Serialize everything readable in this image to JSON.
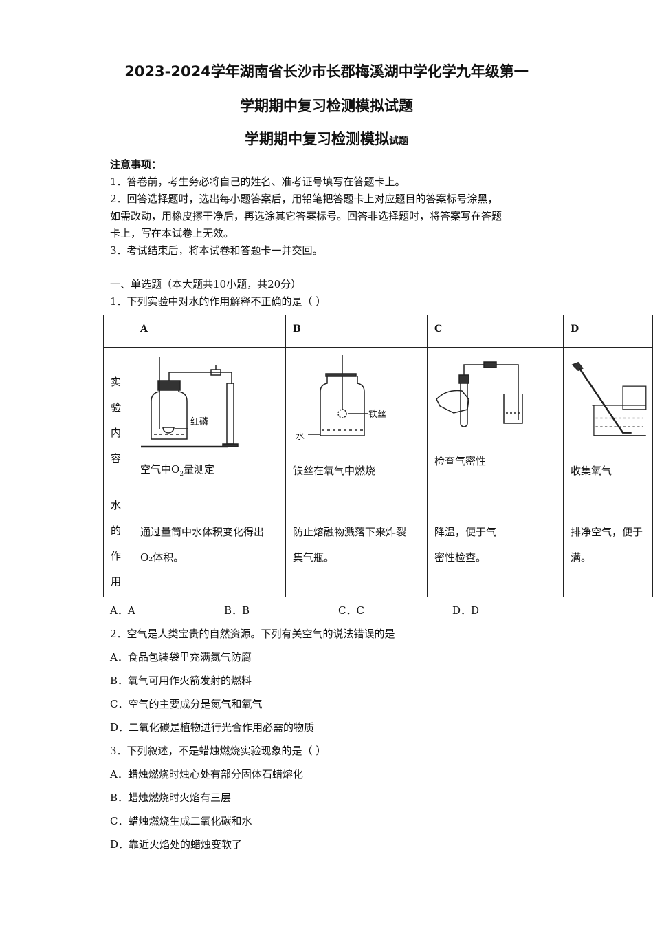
{
  "title": {
    "line1": "2023-2024学年湖南省长沙市长郡梅溪湖中学化学九年级第一",
    "line2": "学期期中复习检测模拟试题",
    "line3_main": "学期期中复习检测模拟",
    "line3_small": "试题"
  },
  "notes": {
    "heading": "注意事项：",
    "items": [
      "1．答卷前，考生务必将自己的姓名、准考证号填写在答题卡上。",
      "2．回答选择题时，选出每小题答案后，用铅笔把答题卡上对应题目的答案标号涂黑，",
      "如需改动，用橡皮擦干净后，再选涂其它答案标号。回答非选择题时，将答案写在答题",
      "卡上，写在本试卷上无效。",
      "3．考试结束后，将本试卷和答题卡一并交回。"
    ]
  },
  "section": "一、单选题（本大题共10小题，共20分）",
  "q1": {
    "stem": "1．下列实验中对水的作用解释不正确的是（    ）",
    "table": {
      "headers": [
        "A",
        "B",
        "C",
        "D"
      ],
      "row1_label": [
        "实",
        "验",
        "内",
        "容"
      ],
      "row2_label": [
        "水",
        "的",
        "作",
        "用"
      ],
      "contents": [
        "空气中O",
        "铁丝在氧气中燃烧",
        "检查气密性",
        "收集氧气"
      ],
      "content_a_sub": "2",
      "content_a_tail": "量测定",
      "figure_labels": {
        "a": "红磷",
        "b_wire": "铁丝",
        "b_water": "水"
      },
      "roles": [
        [
          "通过量筒中水体积变化得出",
          "O₂体积。"
        ],
        [
          "防止熔融物溅落下来炸裂",
          "集气瓶。"
        ],
        [
          "降温，便于气",
          "密性检查。"
        ],
        [
          "排净空气，便于",
          "满。"
        ]
      ]
    },
    "options": [
      "A．A",
      "B．B",
      "C．C",
      "D．D"
    ]
  },
  "q2": {
    "stem": "2．空气是人类宝贵的自然资源。下列有关空气的说法错误的是",
    "options": [
      "A．食品包装袋里充满氮气防腐",
      "B．氧气可用作火箭发射的燃料",
      "C．空气的主要成分是氮气和氧气",
      "D．二氧化碳是植物进行光合作用必需的物质"
    ]
  },
  "q3": {
    "stem": "3．下列叙述，不是蜡烛燃烧实验现象的是（ ）",
    "options": [
      "A．蜡烛燃烧时烛心处有部分固体石蜡熔化",
      "B．蜡烛燃烧时火焰有三层",
      "C．蜡烛燃烧生成二氧化碳和水",
      "D．靠近火焰处的蜡烛变软了"
    ]
  }
}
